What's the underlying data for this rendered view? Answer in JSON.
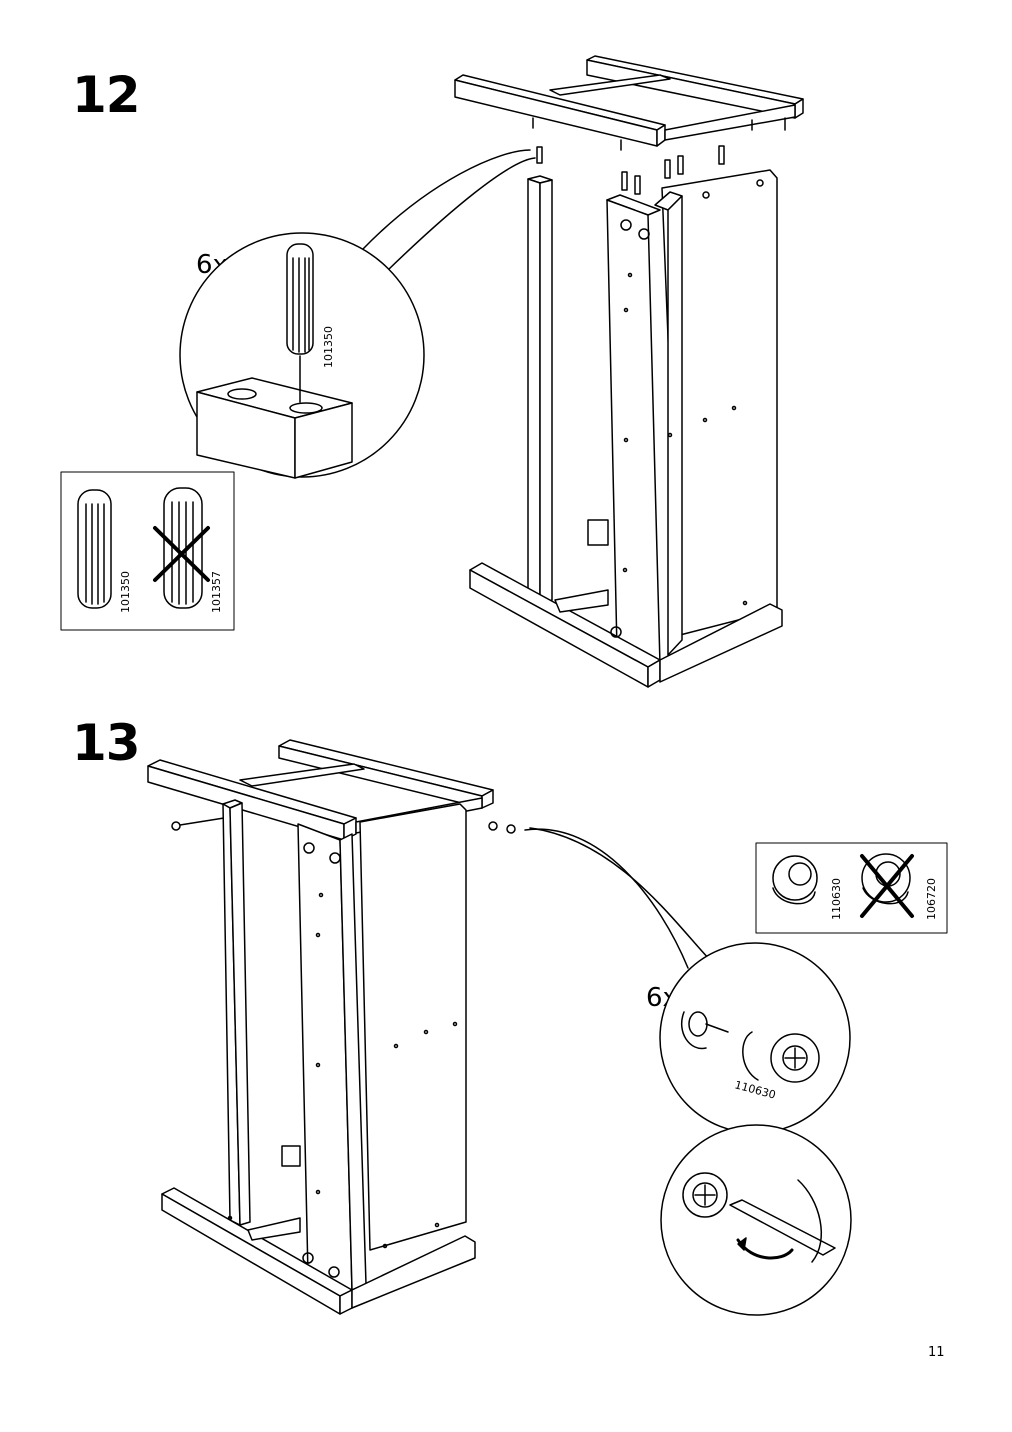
{
  "steps": [
    {
      "number": "12",
      "detail_quantity": "6x",
      "detail_part": "101350",
      "compare_box": {
        "ok_part": "101350",
        "wrong_part": "101357"
      }
    },
    {
      "number": "13",
      "detail_quantity": "6x",
      "detail_part": "110630",
      "compare_box": {
        "ok_part": "110630",
        "wrong_part": "106720"
      }
    }
  ],
  "page_number": "11"
}
